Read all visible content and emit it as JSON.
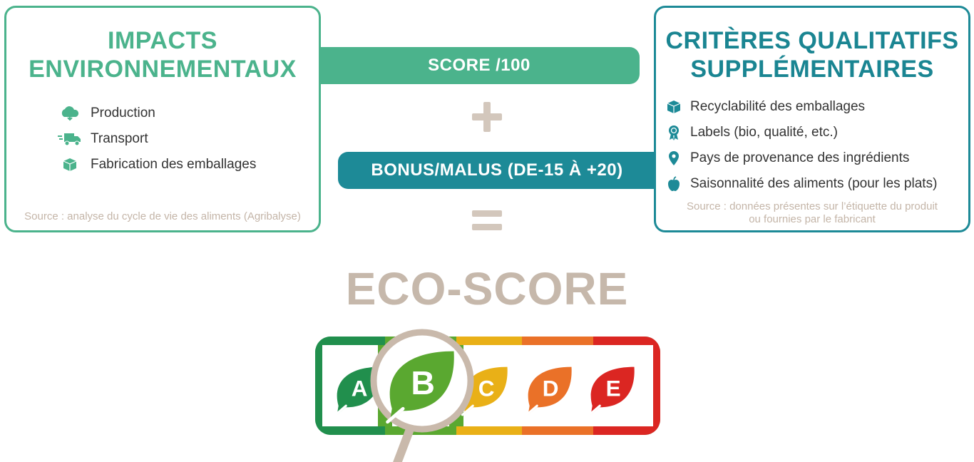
{
  "left_box": {
    "title_line1": "IMPACTS",
    "title_line2": "ENVIRONNEMENTAUX",
    "items": [
      {
        "icon": "cloud-icon",
        "label": "Production"
      },
      {
        "icon": "truck-icon",
        "label": "Transport"
      },
      {
        "icon": "box-icon",
        "label": "Fabrication des emballages"
      }
    ],
    "source": "Source : analyse du cycle de vie des aliments (Agribalyse)"
  },
  "score_pill": "SCORE /100",
  "bonus_pill": "BONUS/MALUS (DE-15 À +20)",
  "right_box": {
    "title_line1": "CRITÈRES QUALITATIFS",
    "title_line2": "SUPPLÉMENTAIRES",
    "items": [
      {
        "icon": "package-icon",
        "label": "Recyclabilité des emballages"
      },
      {
        "icon": "badge-icon",
        "label": "Labels (bio, qualité, etc.)"
      },
      {
        "icon": "location-pin-icon",
        "label": "Pays de provenance des ingrédients"
      },
      {
        "icon": "apple-icon",
        "label": "Saisonnalité des aliments (pour les plats)"
      }
    ],
    "source_line1": "Source : données présentes sur l’étiquette du produit",
    "source_line2": "ou fournies par le fabricant"
  },
  "eco_title": "ECO-SCORE",
  "grades": [
    {
      "letter": "A",
      "color": "#218f4d"
    },
    {
      "letter": "B",
      "color": "#5aa830"
    },
    {
      "letter": "C",
      "color": "#e9b017"
    },
    {
      "letter": "D",
      "color": "#ea7128"
    },
    {
      "letter": "E",
      "color": "#db2622"
    }
  ],
  "selected_grade": "B",
  "colors": {
    "green_accent": "#4bb38c",
    "teal_accent": "#1d8a97",
    "beige": "#c6b8ab",
    "magnifier": "#c9b9ab"
  }
}
